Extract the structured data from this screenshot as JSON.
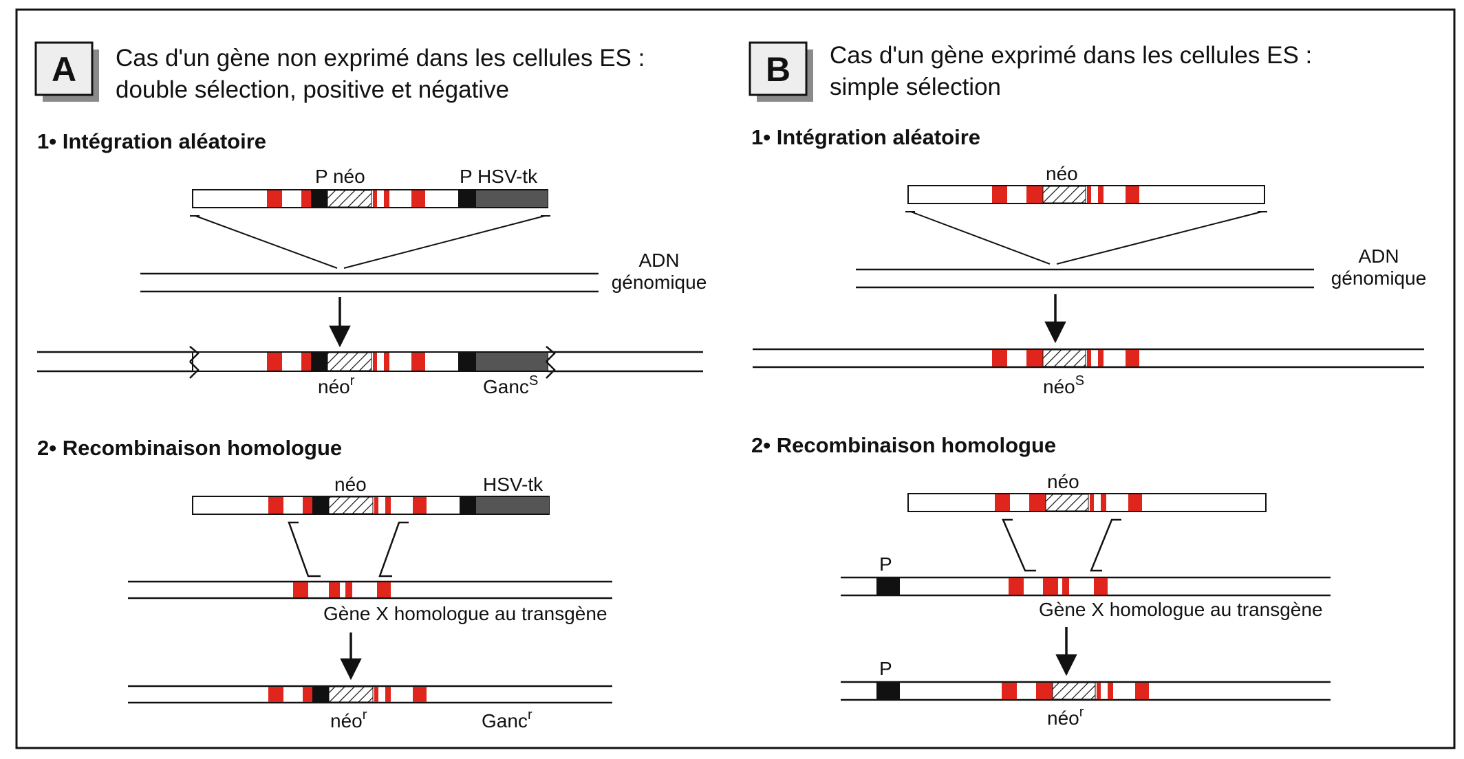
{
  "colors": {
    "exon": "#e0261c",
    "promoter": "#111111",
    "hsvtk": "#555555",
    "line": "#111111"
  },
  "panel_a": {
    "badge": "A",
    "title_line1": "Cas d'un gène non exprimé dans les cellules ES :",
    "title_line2": "double sélection, positive et négative",
    "step1": "1• Intégration aléatoire",
    "step2": "2• Recombinaison homologue",
    "label_p_neo": "P néo",
    "label_p_hsv": "P HSV-tk",
    "label_adn": "ADN",
    "label_genomique": "génomique",
    "label_neo_r_1": "néo",
    "sup_r_1": "r",
    "label_ganc_s": "Ganc",
    "sup_s": "S",
    "label_neo_2": "néo",
    "label_hsv_2": "HSV-tk",
    "label_gene_x": "Gène X homologue au transgène",
    "label_neo_r_2": "néo",
    "sup_r_2": "r",
    "label_ganc_r": "Ganc",
    "sup_r_3": "r"
  },
  "panel_b": {
    "badge": "B",
    "title_line1": "Cas d'un gène exprimé dans les cellules ES :",
    "title_line2": "simple sélection",
    "step1": "1• Intégration aléatoire",
    "step2": "2• Recombinaison homologue",
    "label_neo_1": "néo",
    "label_adn": "ADN",
    "label_genomique": "génomique",
    "label_neo_s": "néo",
    "sup_s": "S",
    "label_neo_2": "néo",
    "label_p1": "P",
    "label_gene_x": "Gène X homologue au transgène",
    "label_p2": "P",
    "label_neo_r": "néo",
    "sup_r": "r"
  }
}
